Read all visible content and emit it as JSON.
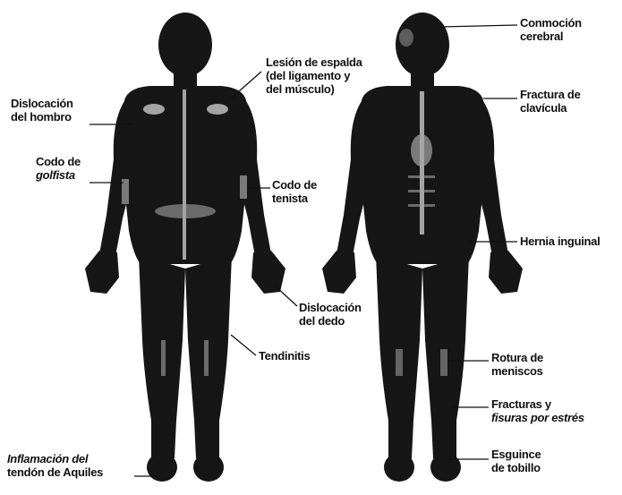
{
  "colors": {
    "body": "#161616",
    "highlight": "#bcbcbc",
    "line": "#111111",
    "background": "#ffffff"
  },
  "labels": {
    "dislocacion_hombro": [
      "Dislocación",
      "del hombro"
    ],
    "codo_golfista": [
      "Codo de",
      "golfista"
    ],
    "lesion_espalda": [
      "Lesión de espalda",
      "(del ligamento y",
      "del músculo)"
    ],
    "codo_tenista": [
      "Codo de",
      "tenista"
    ],
    "dislocacion_dedo": [
      "Dislocación",
      "del dedo"
    ],
    "tendinitis": [
      "Tendinitis"
    ],
    "inflamacion_aquiles": [
      "Inflamación del",
      "tendón de Aquiles"
    ],
    "conmocion": [
      "Conmoción",
      "cerebral"
    ],
    "fractura_clavicula": [
      "Fractura de",
      "clavícula"
    ],
    "hernia": [
      "Hernia inguinal"
    ],
    "rotura_meniscos": [
      "Rotura de",
      "meniscos"
    ],
    "fracturas_estres": [
      "Fracturas y",
      "fisuras por estrés"
    ],
    "esguince": [
      "Esguince",
      "de tobillo"
    ]
  }
}
